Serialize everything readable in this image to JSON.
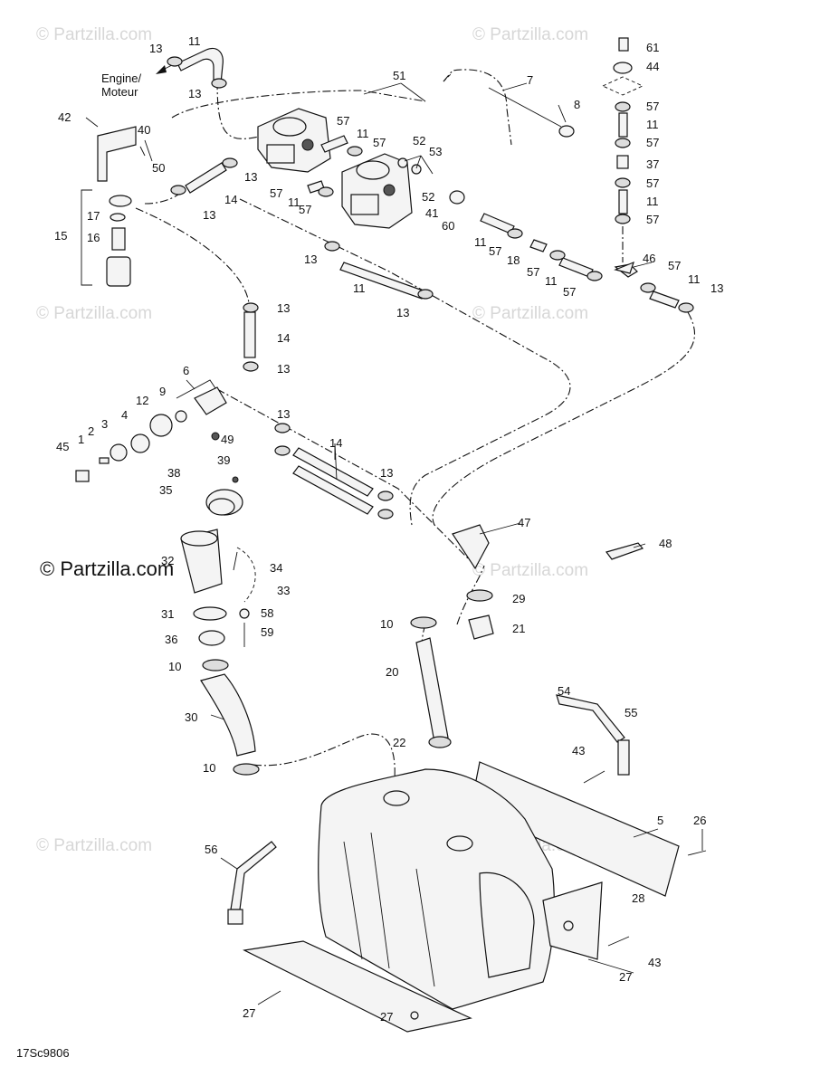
{
  "watermark": "© Partzilla.com",
  "watermark_main": "© Partzilla.com",
  "drawing_code": "17Sc9806",
  "engine_label_line1": "Engine/",
  "engine_label_line2": "Moteur",
  "callouts": [
    {
      "id": "c-11-a",
      "text": "11"
    },
    {
      "id": "c-13-a",
      "text": "13"
    },
    {
      "id": "c-13-b",
      "text": "13"
    },
    {
      "id": "c-51",
      "text": "51"
    },
    {
      "id": "c-7",
      "text": "7"
    },
    {
      "id": "c-61",
      "text": "61"
    },
    {
      "id": "c-44",
      "text": "44"
    },
    {
      "id": "c-42",
      "text": "42"
    },
    {
      "id": "c-40",
      "text": "40"
    },
    {
      "id": "c-50",
      "text": "50"
    },
    {
      "id": "c-57-a",
      "text": "57"
    },
    {
      "id": "c-11-b",
      "text": "11"
    },
    {
      "id": "c-57-b",
      "text": "57"
    },
    {
      "id": "c-8",
      "text": "8"
    },
    {
      "id": "c-57-c",
      "text": "57"
    },
    {
      "id": "c-11-c",
      "text": "11"
    },
    {
      "id": "c-57-d",
      "text": "57"
    },
    {
      "id": "c-52-a",
      "text": "52"
    },
    {
      "id": "c-53",
      "text": "53"
    },
    {
      "id": "c-37",
      "text": "37"
    },
    {
      "id": "c-13-c",
      "text": "13"
    },
    {
      "id": "c-14-a",
      "text": "14"
    },
    {
      "id": "c-57-e",
      "text": "57"
    },
    {
      "id": "c-11-d",
      "text": "11"
    },
    {
      "id": "c-57-f",
      "text": "57"
    },
    {
      "id": "c-52-b",
      "text": "52"
    },
    {
      "id": "c-57-g",
      "text": "57"
    },
    {
      "id": "c-11-e",
      "text": "11"
    },
    {
      "id": "c-13-d",
      "text": "13"
    },
    {
      "id": "c-41",
      "text": "41"
    },
    {
      "id": "c-60",
      "text": "60"
    },
    {
      "id": "c-57-h",
      "text": "57"
    },
    {
      "id": "c-15",
      "text": "15"
    },
    {
      "id": "c-17",
      "text": "17"
    },
    {
      "id": "c-16",
      "text": "16"
    },
    {
      "id": "c-11-f",
      "text": "11"
    },
    {
      "id": "c-57-i",
      "text": "57"
    },
    {
      "id": "c-18",
      "text": "18"
    },
    {
      "id": "c-46",
      "text": "46"
    },
    {
      "id": "c-13-e",
      "text": "13"
    },
    {
      "id": "c-57-j",
      "text": "57"
    },
    {
      "id": "c-57-k",
      "text": "57"
    },
    {
      "id": "c-11-g",
      "text": "11"
    },
    {
      "id": "c-11-h",
      "text": "11"
    },
    {
      "id": "c-57-l",
      "text": "57"
    },
    {
      "id": "c-11-i",
      "text": "11"
    },
    {
      "id": "c-13-f",
      "text": "13"
    },
    {
      "id": "c-13-g",
      "text": "13"
    },
    {
      "id": "c-13-h",
      "text": "13"
    },
    {
      "id": "c-14-b",
      "text": "14"
    },
    {
      "id": "c-13-i",
      "text": "13"
    },
    {
      "id": "c-6",
      "text": "6"
    },
    {
      "id": "c-9",
      "text": "9"
    },
    {
      "id": "c-12",
      "text": "12"
    },
    {
      "id": "c-4",
      "text": "4"
    },
    {
      "id": "c-3",
      "text": "3"
    },
    {
      "id": "c-2",
      "text": "2"
    },
    {
      "id": "c-1",
      "text": "1"
    },
    {
      "id": "c-45",
      "text": "45"
    },
    {
      "id": "c-49",
      "text": "49"
    },
    {
      "id": "c-13-j",
      "text": "13"
    },
    {
      "id": "c-14-c",
      "text": "14"
    },
    {
      "id": "c-13-k",
      "text": "13"
    },
    {
      "id": "c-39",
      "text": "39"
    },
    {
      "id": "c-38",
      "text": "38"
    },
    {
      "id": "c-35",
      "text": "35"
    },
    {
      "id": "c-47",
      "text": "47"
    },
    {
      "id": "c-48",
      "text": "48"
    },
    {
      "id": "c-32",
      "text": "32"
    },
    {
      "id": "c-34",
      "text": "34"
    },
    {
      "id": "c-33",
      "text": "33"
    },
    {
      "id": "c-29",
      "text": "29"
    },
    {
      "id": "c-31",
      "text": "31"
    },
    {
      "id": "c-58",
      "text": "58"
    },
    {
      "id": "c-10-a",
      "text": "10"
    },
    {
      "id": "c-21",
      "text": "21"
    },
    {
      "id": "c-36",
      "text": "36"
    },
    {
      "id": "c-59",
      "text": "59"
    },
    {
      "id": "c-10-b",
      "text": "10"
    },
    {
      "id": "c-20",
      "text": "20"
    },
    {
      "id": "c-54",
      "text": "54"
    },
    {
      "id": "c-55",
      "text": "55"
    },
    {
      "id": "c-30",
      "text": "30"
    },
    {
      "id": "c-22",
      "text": "22"
    },
    {
      "id": "c-43-a",
      "text": "43"
    },
    {
      "id": "c-10-c",
      "text": "10"
    },
    {
      "id": "c-5",
      "text": "5"
    },
    {
      "id": "c-26",
      "text": "26"
    },
    {
      "id": "c-56",
      "text": "56"
    },
    {
      "id": "c-28",
      "text": "28"
    },
    {
      "id": "c-43-b",
      "text": "43"
    },
    {
      "id": "c-27-a",
      "text": "27"
    },
    {
      "id": "c-27-b",
      "text": "27"
    },
    {
      "id": "c-27-c",
      "text": "27"
    }
  ]
}
